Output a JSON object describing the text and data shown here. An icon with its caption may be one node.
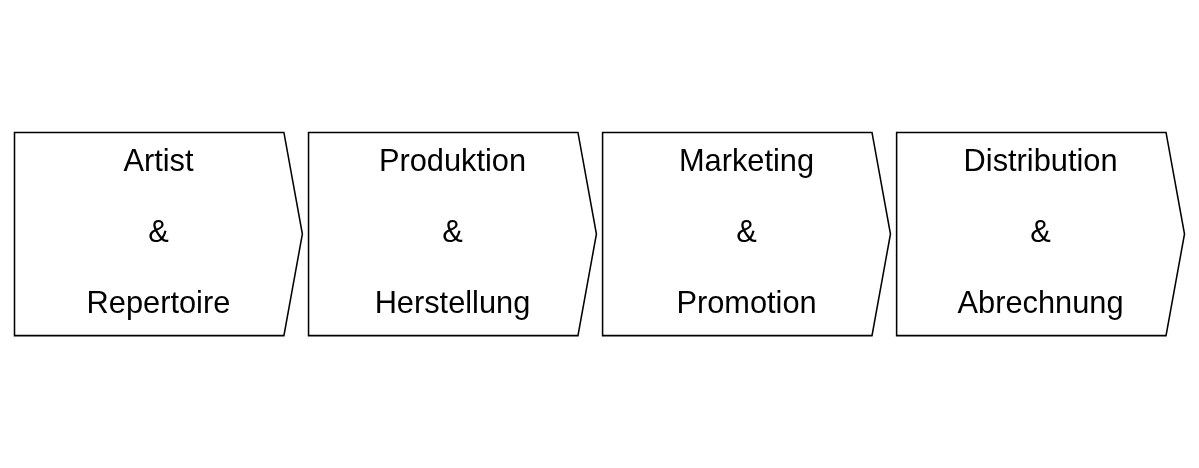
{
  "diagram": {
    "nodes": [
      {
        "text": [
          "Artist & Repertoire"
        ]
      },
      {
        "text": [
          "Produktion & Herstellung"
        ]
      },
      {
        "text": [
          "Marketing & Promotion"
        ]
      },
      {
        "text": [
          "Distribution & Abrechnung"
        ]
      }
    ]
  }
}
